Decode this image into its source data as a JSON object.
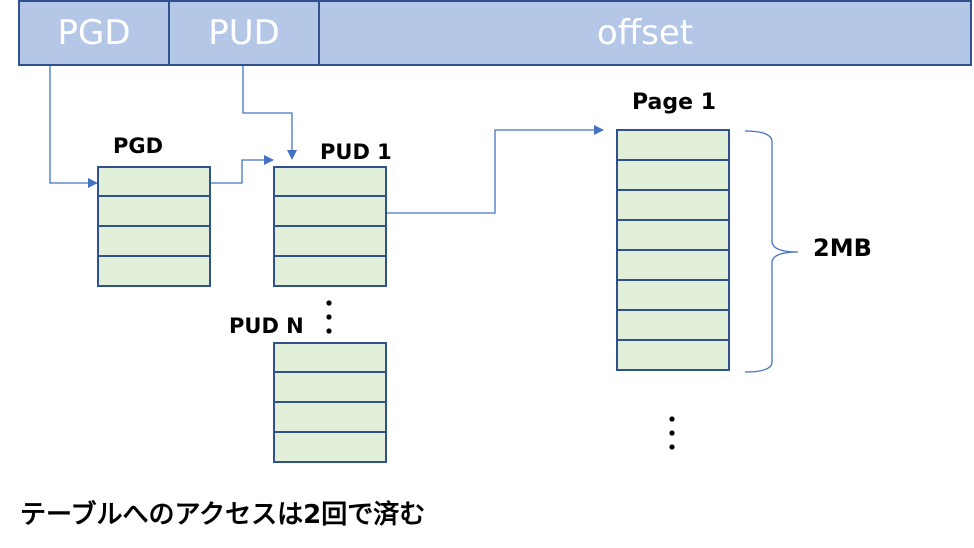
{
  "address_format": {
    "fields": [
      "PGD",
      "PUD",
      "offset"
    ]
  },
  "tables": {
    "pgd": {
      "label": "PGD",
      "rows": 4
    },
    "pud1": {
      "label": "PUD 1",
      "rows": 4
    },
    "pudn": {
      "label": "PUD N",
      "rows": 4
    },
    "page1": {
      "label": "Page 1",
      "rows": 8
    }
  },
  "page_size_label": "2MB",
  "caption": "テーブルへのアクセスは2回で済む",
  "colors": {
    "address_fill": "#b4c7e7",
    "border": "#2f528f",
    "row_fill": "#e2efd9",
    "arrow": "#4472c4"
  }
}
